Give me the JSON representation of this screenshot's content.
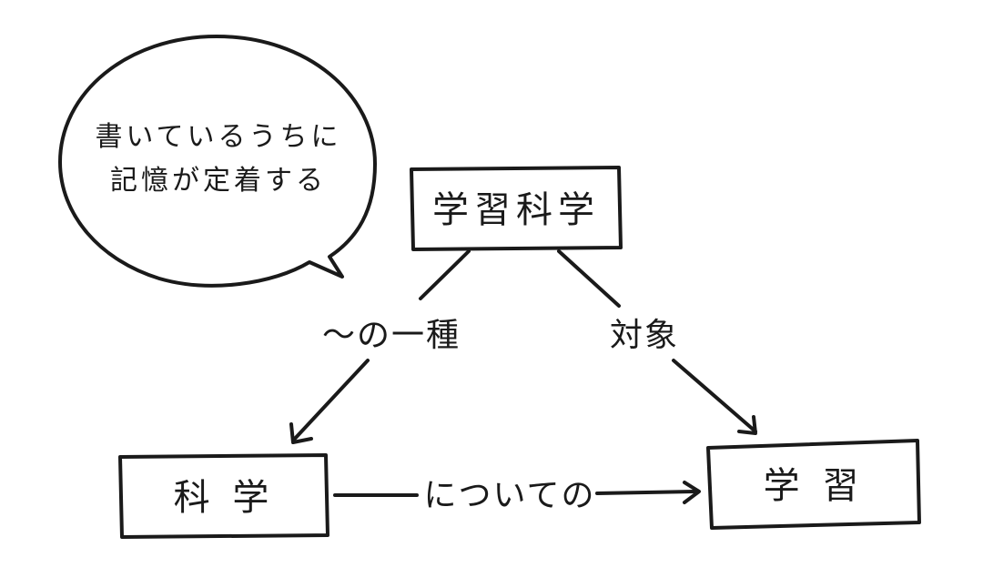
{
  "nodes": {
    "learning_science": {
      "label": "学習科学"
    },
    "science": {
      "label": "科 学"
    },
    "learning": {
      "label": "学 習"
    }
  },
  "edges": {
    "kind_of": {
      "label": "〜の一種"
    },
    "object": {
      "label": "対象"
    },
    "about": {
      "label": "についての"
    }
  },
  "bubble": {
    "line1": "書いているうちに",
    "line2": "記憶が定着する"
  },
  "colors": {
    "ink": "#1a1a1a",
    "background": "#ffffff"
  }
}
